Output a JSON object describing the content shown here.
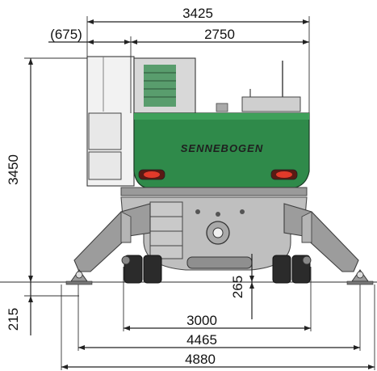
{
  "dimensions": {
    "overall_upper_width": "3425",
    "cab_offset": "(675)",
    "upper_width": "2750",
    "overall_height": "3450",
    "ground_clearance": "215",
    "outrigger_offset": "265",
    "track_width": "3000",
    "outrigger_inner": "4465",
    "outrigger_outer": "4880"
  },
  "logo": {
    "text": "SENNEBOGEN"
  },
  "colors": {
    "body": "#2f8a4a",
    "steel": "#bfbfbf",
    "light": "#e23a2a"
  }
}
